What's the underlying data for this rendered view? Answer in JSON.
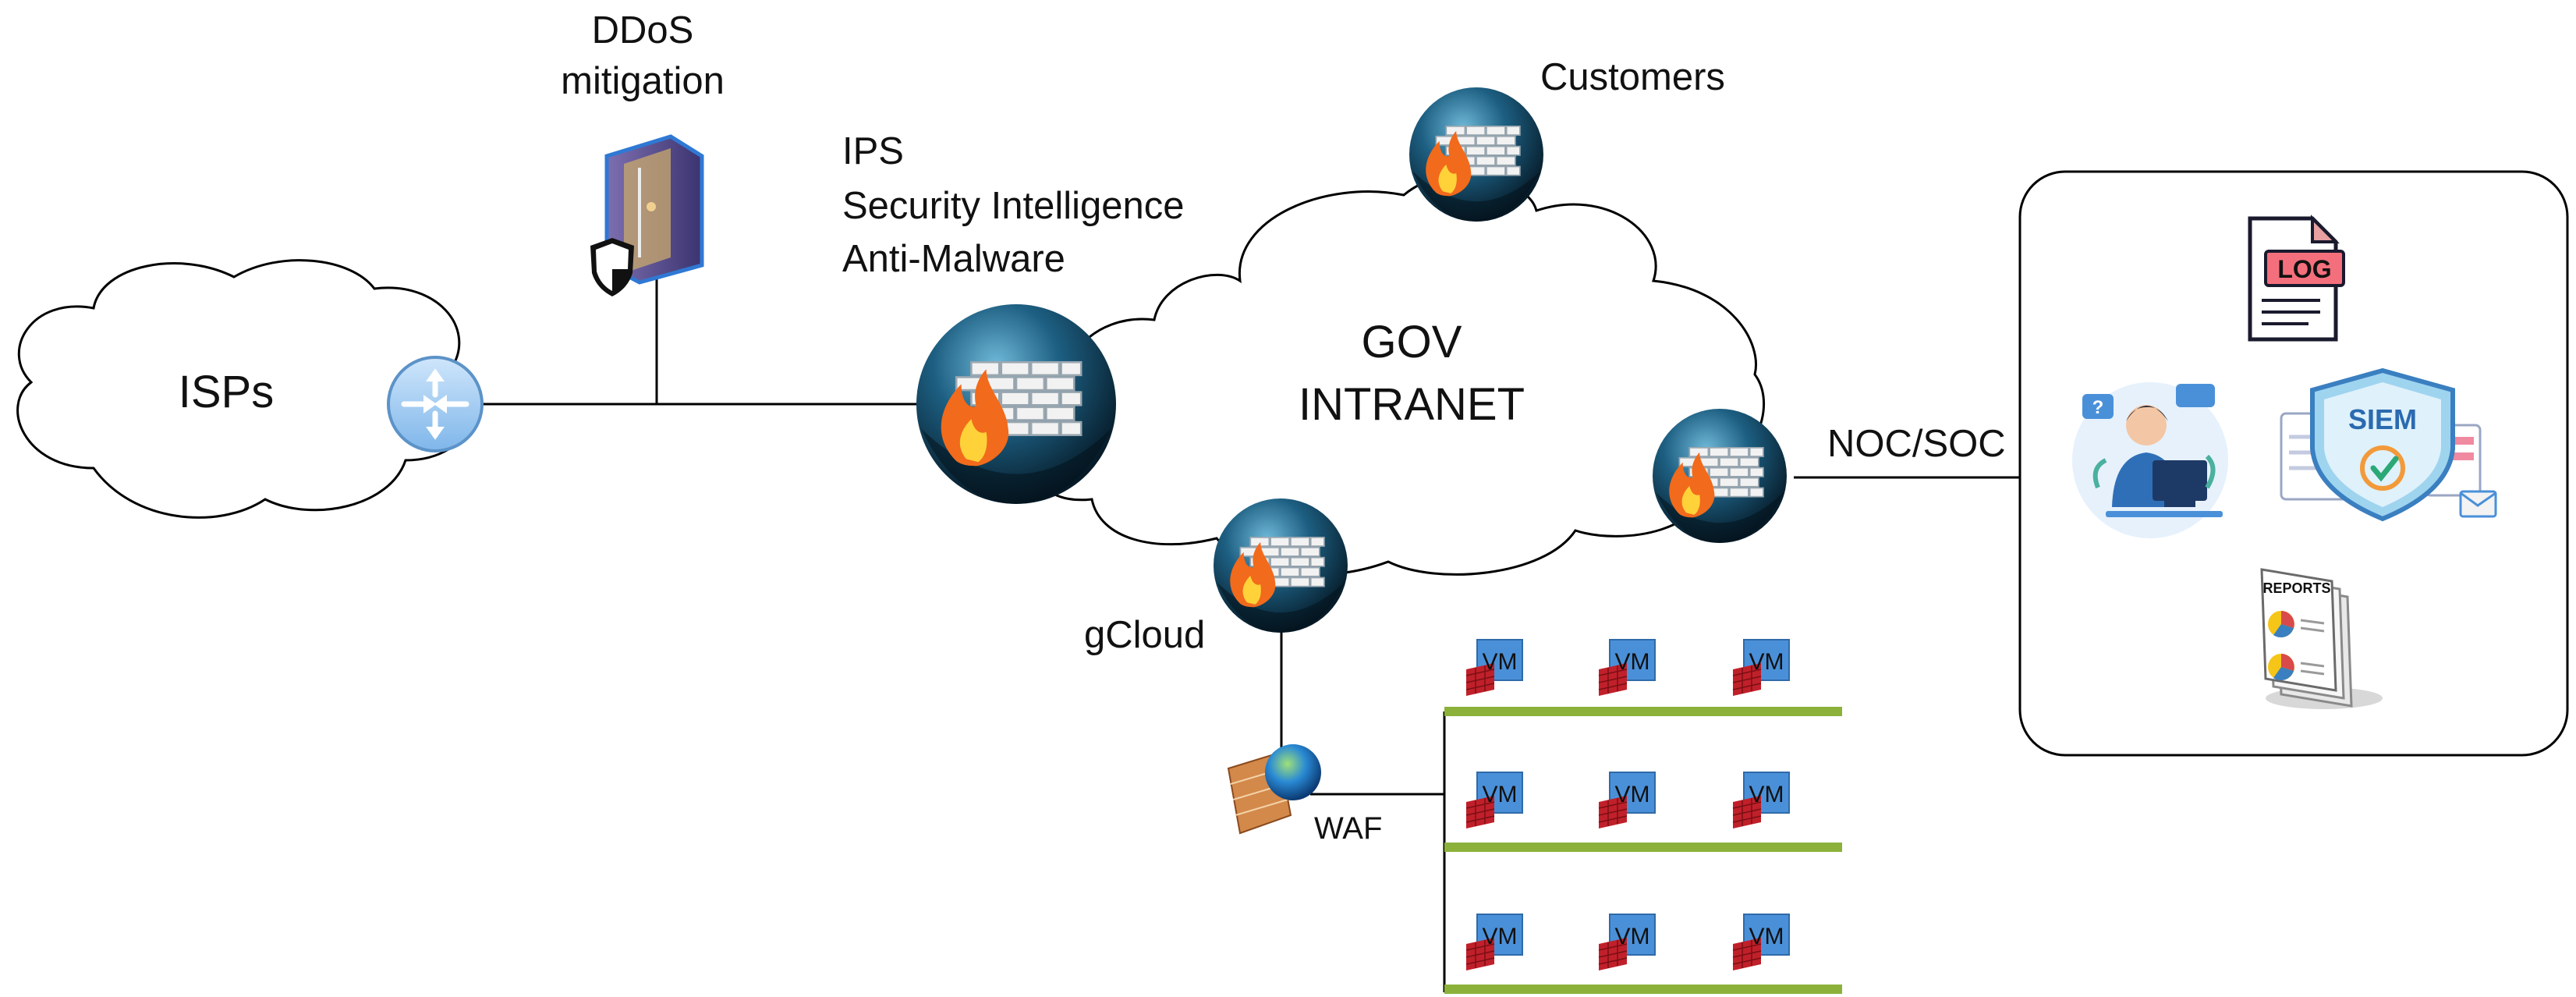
{
  "labels": {
    "ddos_line1": "DDoS",
    "ddos_line2": "mitigation",
    "ips_line1": "IPS",
    "ips_line2": "Security Intelligence",
    "ips_line3": "Anti-Malware",
    "customers": "Customers",
    "isps": "ISPs",
    "gov_line1": "GOV",
    "gov_line2": "INTRANET",
    "noc_soc": "NOC/SOC",
    "gcloud": "gCloud",
    "waf": "WAF",
    "vm": "VM",
    "log": "LOG",
    "siem": "SIEM",
    "reports": "REPORTS"
  },
  "colors": {
    "cloud_stroke": "#000000",
    "router_fill": "#9ccbf5",
    "firewall_ball_dark": "#0a2a3d",
    "firewall_ball_light": "#2f7fa6",
    "vm_box": "#4a90d9",
    "vm_wall": "#c0202a",
    "vlan_bar": "#8bb13a",
    "panel_border": "#000000"
  },
  "vm_grid": {
    "rows": 3,
    "cols": 3
  }
}
